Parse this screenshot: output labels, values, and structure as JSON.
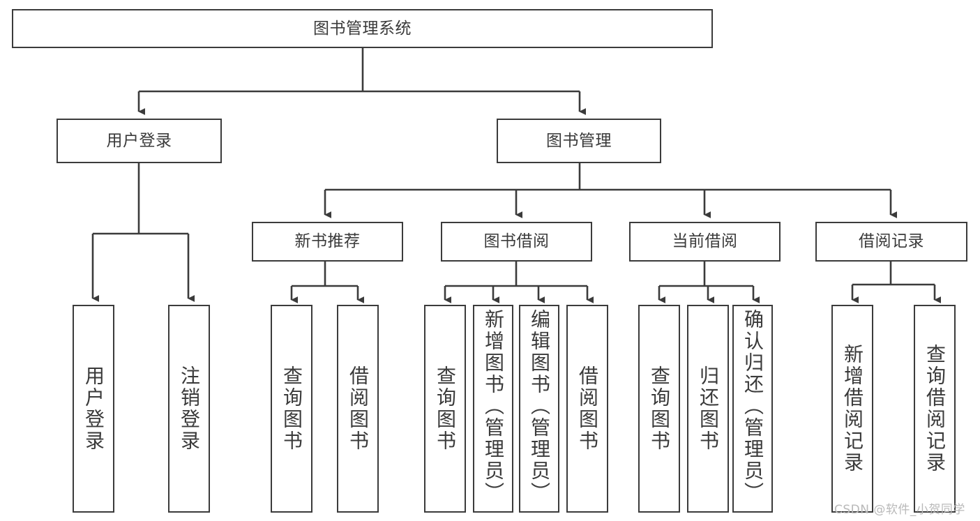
{
  "diagram": {
    "type": "tree",
    "title": "图书管理系统",
    "root": {
      "label": "图书管理系统"
    },
    "level2": [
      {
        "label": "用户登录"
      },
      {
        "label": "图书管理"
      }
    ],
    "level3": [
      {
        "label": "新书推荐"
      },
      {
        "label": "图书借阅"
      },
      {
        "label": "当前借阅"
      },
      {
        "label": "借阅记录"
      }
    ],
    "leaves": {
      "user_login": [
        {
          "label": "用户登录"
        },
        {
          "label": "注销登录"
        }
      ],
      "new_book_recommend": [
        {
          "label": "查询图书"
        },
        {
          "label": "借阅图书"
        }
      ],
      "book_borrow": [
        {
          "label": "查询图书"
        },
        {
          "label": "新增图书（管理员）"
        },
        {
          "label": "编辑图书（管理员）"
        },
        {
          "label": "借阅图书"
        }
      ],
      "current_borrow": [
        {
          "label": "查询图书"
        },
        {
          "label": "归还图书"
        },
        {
          "label": "确认归还（管理员）"
        }
      ],
      "borrow_records": [
        {
          "label": "新增借阅记录"
        },
        {
          "label": "查询借阅记录"
        }
      ]
    }
  },
  "watermark": {
    "text": "CSDN @软件_小贺同学"
  },
  "colors": {
    "stroke": "#3b3b3b",
    "background": "#ffffff",
    "text": "#3a3a3a",
    "watermark": "#b9b9b9"
  }
}
